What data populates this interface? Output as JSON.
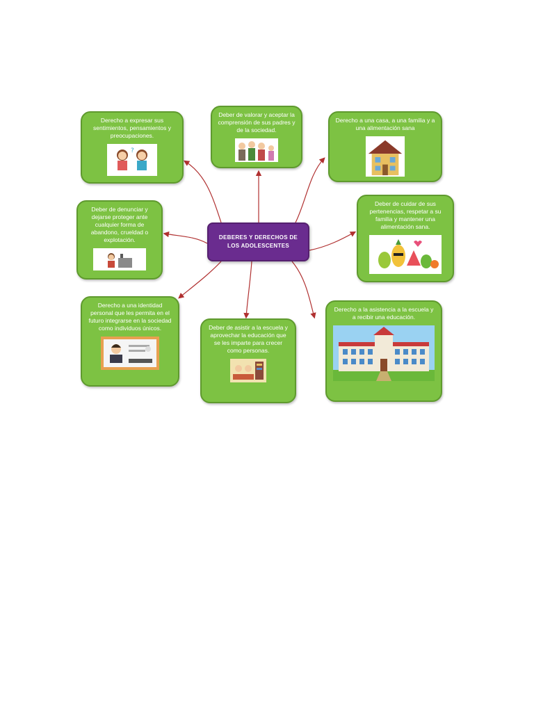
{
  "center": {
    "title": "DEBERES Y DERECHOS DE LOS ADOLESCENTES"
  },
  "nodes": [
    {
      "text": "Derecho a expresar sus sentimientos, pensamientos y preocupaciones.",
      "icon": "two-girls-icon"
    },
    {
      "text": "Deber de valorar y aceptar la comprensión de sus padres y de la sociedad.",
      "icon": "family-icon"
    },
    {
      "text": "Derecho a una casa, a una familia y a una alimentación sana",
      "icon": "house-icon"
    },
    {
      "text": "Deber de denunciar y dejarse proteger ante cualquier forma de abandono, crueldad o explotación.",
      "icon": "working-child-icon"
    },
    {
      "text": "Deber de cuidar de sus pertenencias, respetar a su familia y mantener una alimentación sana.",
      "icon": "fruits-icon"
    },
    {
      "text": "Derecho a una identidad personal que les permita en el futuro integrarse en la sociedad como individuos únicos.",
      "icon": "id-card-icon"
    },
    {
      "text": "Deber de asistir a la escuela y aprovechar la educación que se les imparte para crecer como personas.",
      "icon": "classroom-icon"
    },
    {
      "text": "Derecho a la asistencia a la escuela y a recibir una educación.",
      "icon": "school-building-icon"
    }
  ],
  "colors": {
    "node_fill": "#7dc243",
    "center_fill": "#6a2c8f",
    "arrow": "#b03030"
  }
}
